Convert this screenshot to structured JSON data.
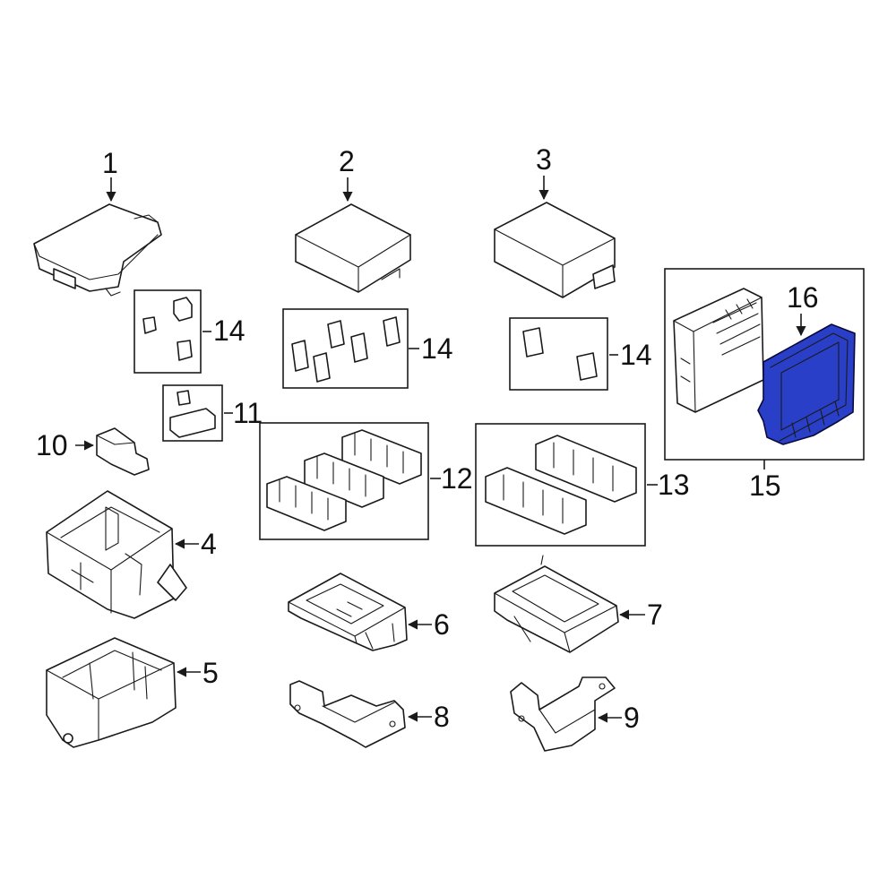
{
  "callouts": {
    "c1": "1",
    "c2": "2",
    "c3": "3",
    "c4": "4",
    "c5": "5",
    "c6": "6",
    "c7": "7",
    "c8": "8",
    "c9": "9",
    "c10": "10",
    "c11": "11",
    "c12": "12",
    "c13": "13",
    "c14a": "14",
    "c14b": "14",
    "c14c": "14",
    "c15": "15",
    "c16": "16"
  },
  "colors": {
    "highlight": "#2a3fc8",
    "line": "#1a1a1a",
    "background": "#ffffff"
  }
}
